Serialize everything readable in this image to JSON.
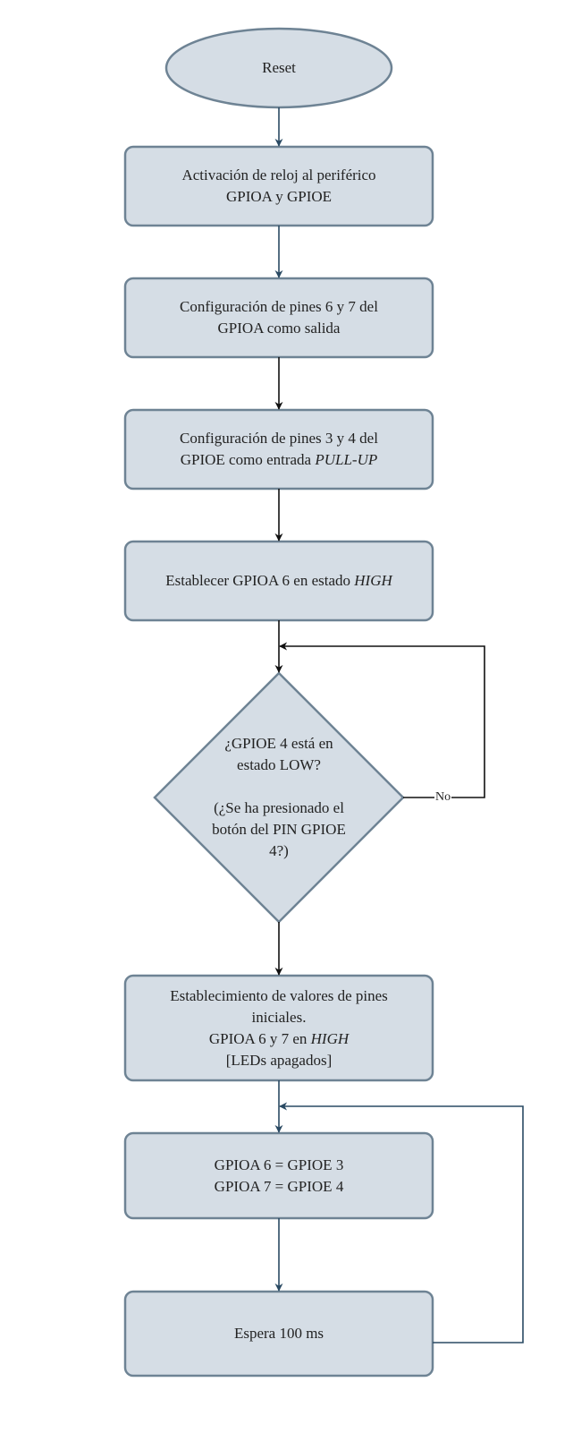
{
  "colors": {
    "node_fill": "#d5dde5",
    "node_stroke": "#6e8394",
    "arrow_dark": "#2a4a63",
    "arrow_black": "#111111"
  },
  "nodes": {
    "reset": {
      "lines": [
        "Reset"
      ]
    },
    "clock": {
      "lines": [
        "Activación de reloj al periférico",
        "GPIOA y GPIOE"
      ]
    },
    "config_out": {
      "lines": [
        "Configuración de pines 6 y 7 del",
        "GPIOA como salida"
      ]
    },
    "config_in": {
      "lines": [
        "Configuración de pines 3 y 4 del",
        "GPIOE como entrada"
      ],
      "italic": "PULL-UP"
    },
    "set_high": {
      "text": "Establecer GPIOA 6 en estado",
      "italic": "HIGH"
    },
    "decision": {
      "lines": [
        "¿GPIOE 4 está en",
        "estado LOW?",
        "",
        "(¿Se ha presionado el",
        "botón del PIN GPIOE",
        "4?)"
      ]
    },
    "init_values": {
      "lines": [
        "Establecimiento de valores de pines",
        "iniciales."
      ],
      "line3_text": "GPIOA 6 y 7 en",
      "line3_italic": "HIGH",
      "line4": "[LEDs apagados]"
    },
    "assign": {
      "lines": [
        "GPIOA 6 = GPIOE 3",
        "GPIOA 7 = GPIOE 4"
      ]
    },
    "wait": {
      "lines": [
        "Espera 100 ms"
      ]
    }
  },
  "edges": {
    "no_label": "No"
  }
}
